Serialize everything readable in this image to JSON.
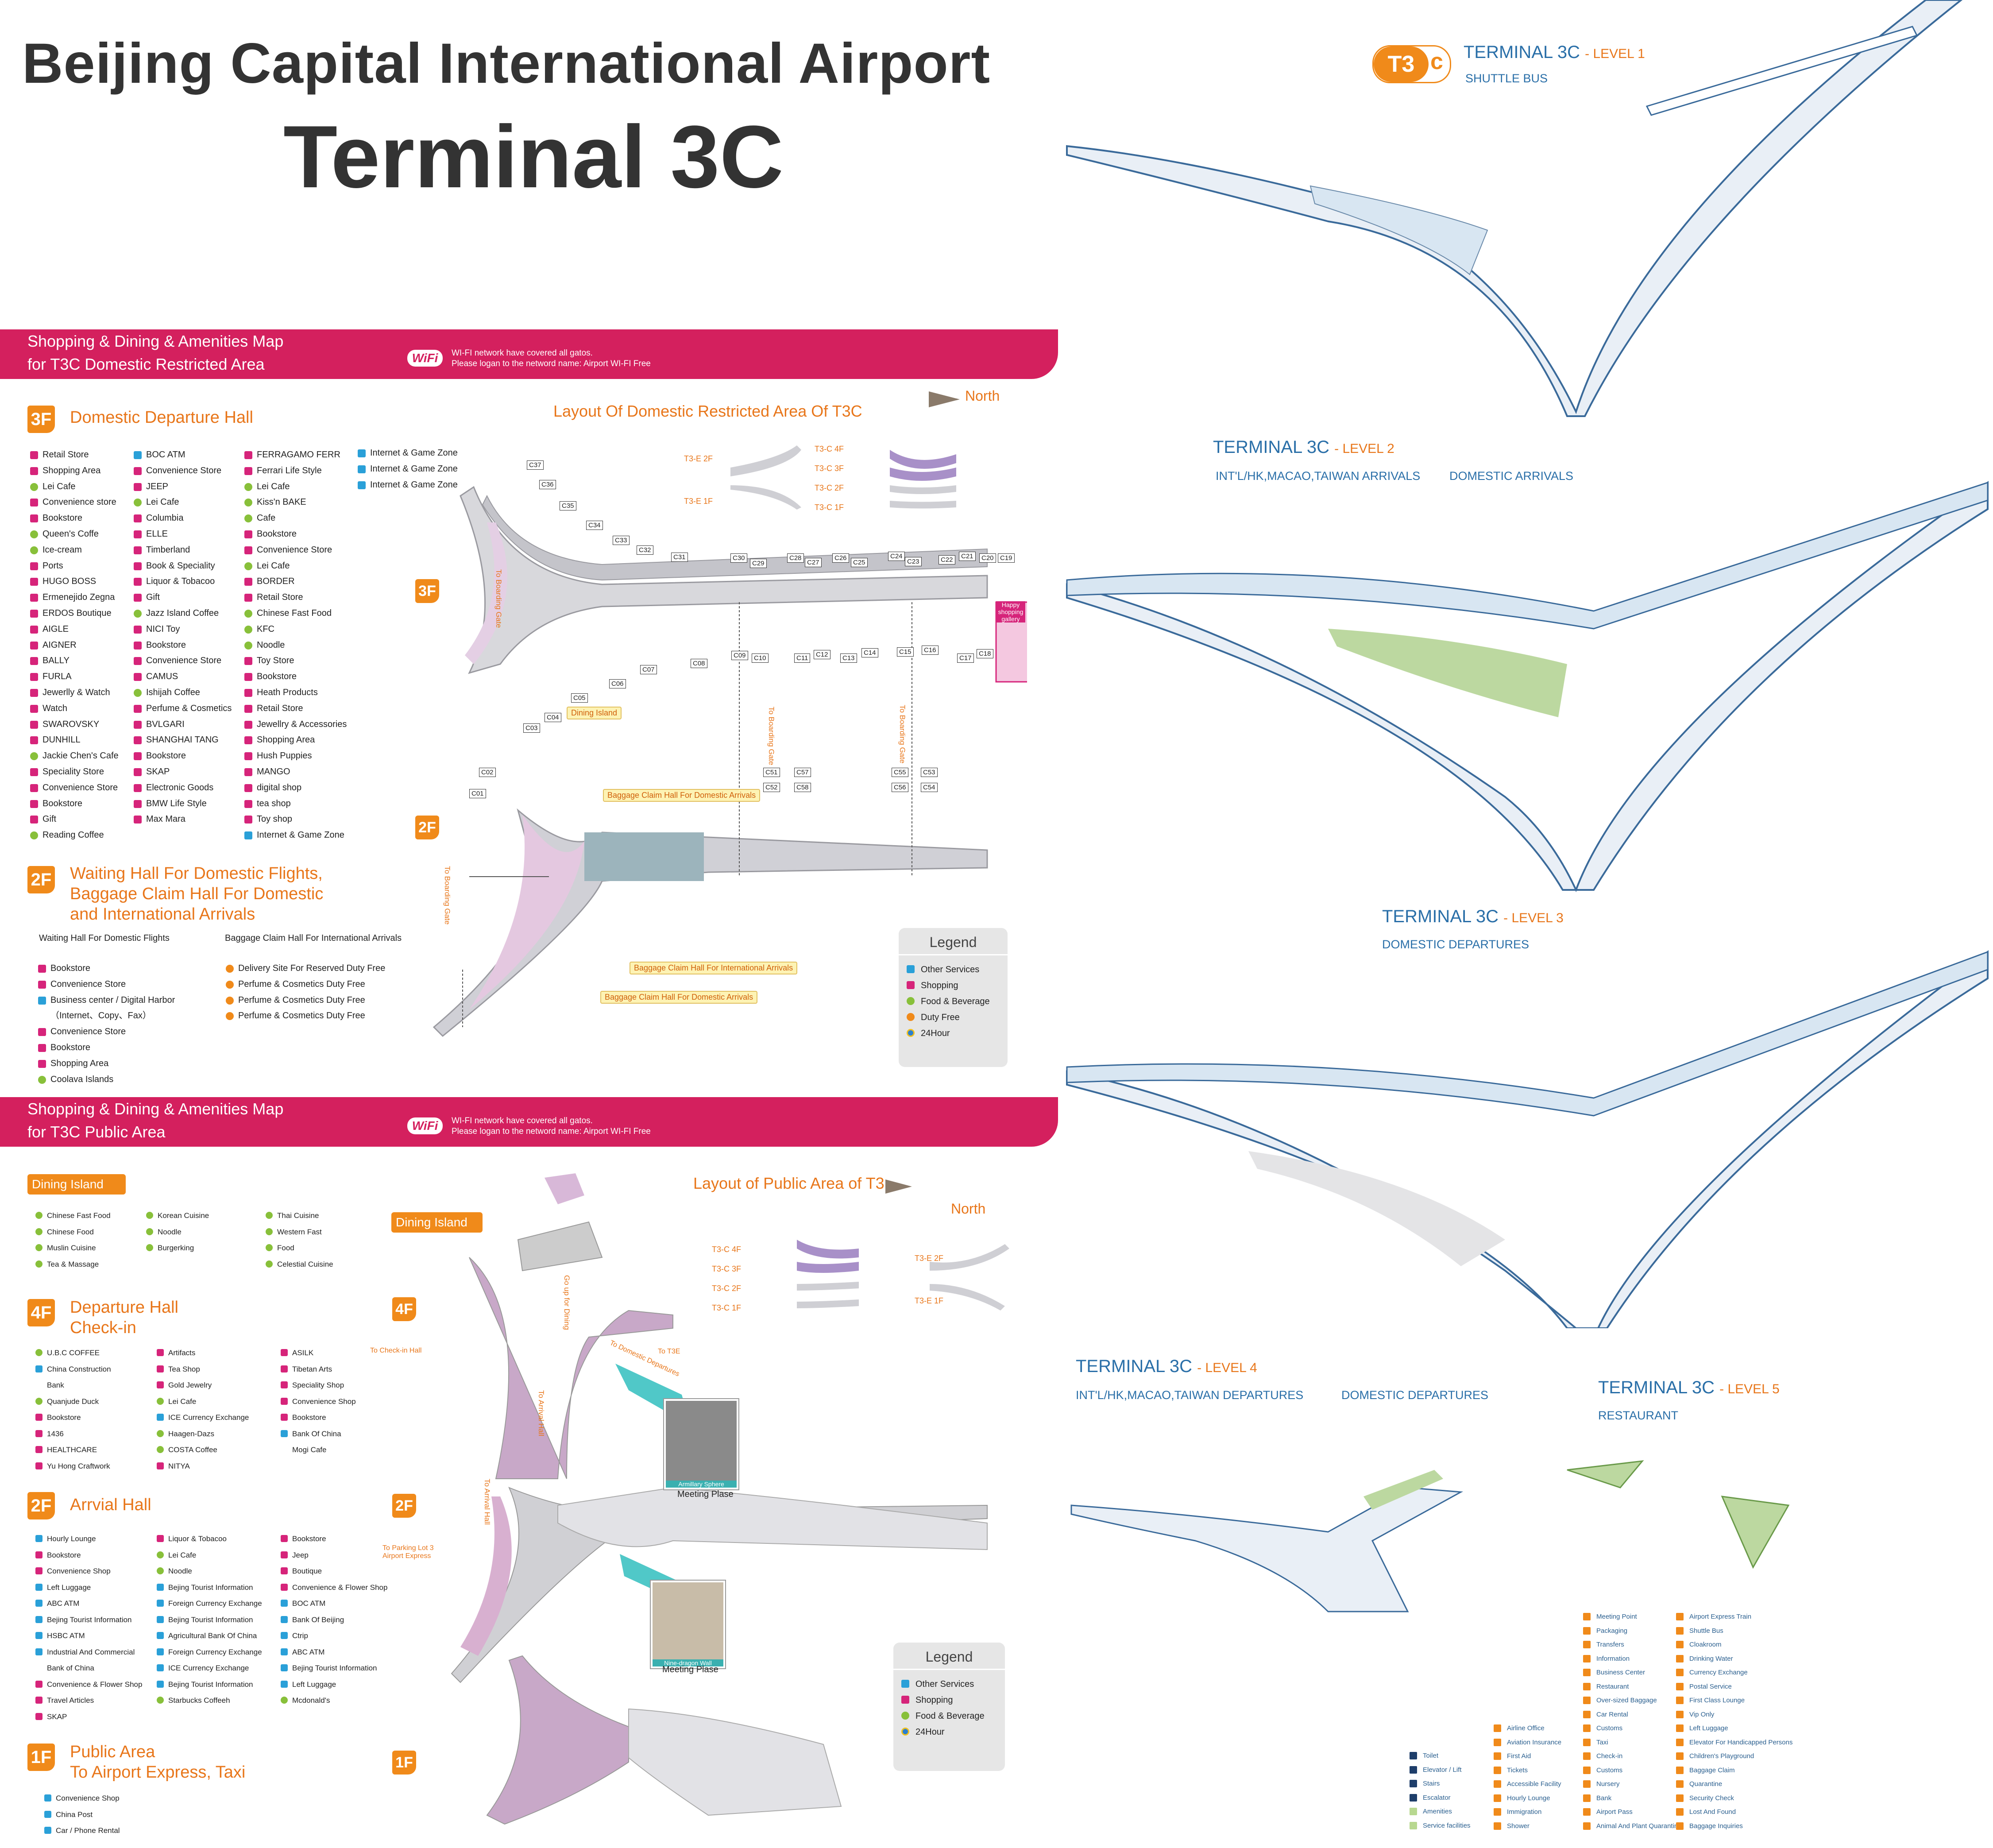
{
  "title": {
    "line1": "Beijing Capital International Airport",
    "line2": "Terminal 3C"
  },
  "restricted": {
    "banner_line1": "Shopping & Dining & Amenities Map",
    "banner_line2": "for T3C Domestic Restricted Area",
    "wifi_badge": "WiFi",
    "wifi_line1": "WI-FI network have covered all gatos.",
    "wifi_line2": "Please logan to the netword name: Airport WI-FI Free",
    "dep_badge": "3F",
    "dep_title": "Domestic Departure Hall",
    "layout_title": "Layout Of Domestic Restricted Area Of T3C",
    "north": "North",
    "col1": [
      "Retail Store",
      "Shopping Area",
      "Lei Cafe",
      "Convenience store",
      "Bookstore",
      "Queen's Coffe",
      "Ice-cream",
      "Ports",
      "HUGO BOSS",
      "Ermenejido Zegna",
      "ERDOS Boutique",
      "AIGLE",
      "AIGNER",
      "BALLY",
      "FURLA",
      "Jewerlly & Watch",
      "Watch",
      "SWAROVSKY",
      "DUNHILL",
      "Jackie Chen's Cafe",
      "Speciality Store",
      "Convenience Store",
      "Bookstore",
      "Gift",
      "Reading Coffee"
    ],
    "col1_icons": [
      "shop",
      "shop",
      "food",
      "shop",
      "shop",
      "food",
      "food",
      "shop",
      "shop",
      "shop",
      "shop",
      "shop",
      "shop",
      "shop",
      "shop",
      "shop",
      "shop",
      "shop",
      "shop",
      "food",
      "shop",
      "shop",
      "shop",
      "shop",
      "food"
    ],
    "col2": [
      "BOC ATM",
      "Convenience Store",
      "JEEP",
      "Lei Cafe",
      "Columbia",
      "ELLE",
      "Timberland",
      "Book & Speciality",
      "Liquor & Tobacoo",
      "Gift",
      "Jazz Island Coffee",
      "NICI Toy",
      "Bookstore",
      "Convenience Store",
      "CAMUS",
      "Ishijah Coffee",
      "Perfume & Cosmetics",
      "BVLGARI",
      "SHANGHAI TANG",
      "Bookstore",
      "SKAP",
      "Electronic Goods",
      "BMW Life Style",
      "Max Mara"
    ],
    "col2_icons": [
      "svc",
      "shop",
      "shop",
      "food",
      "shop",
      "shop",
      "shop",
      "shop",
      "shop",
      "shop",
      "food",
      "shop",
      "shop",
      "shop",
      "shop",
      "food",
      "shop",
      "shop",
      "shop",
      "shop",
      "shop",
      "shop",
      "shop",
      "shop"
    ],
    "col3": [
      "FERRAGAMO FERR",
      "Ferrari Life Style",
      "Lei Cafe",
      "Kiss'n BAKE",
      "Cafe",
      "Bookstore",
      "Convenience Store",
      "Lei Cafe",
      "BORDER",
      "Retail Store",
      "Chinese Fast Food",
      "KFC",
      "Noodle",
      "Toy Store",
      "Bookstore",
      "Heath Products",
      "Retail Store",
      "Jewellry & Accessories",
      "Shopping Area",
      "Hush Puppies",
      "MANGO",
      "digital shop",
      "tea shop",
      "Toy shop",
      "Internet & Game Zone"
    ],
    "col3_icons": [
      "shop",
      "shop",
      "food",
      "food",
      "food",
      "shop",
      "shop",
      "food",
      "shop",
      "shop",
      "food",
      "food",
      "food",
      "shop",
      "shop",
      "shop",
      "shop",
      "shop",
      "shop",
      "shop",
      "shop",
      "shop",
      "shop",
      "shop",
      "svc"
    ],
    "col4": [
      "Internet & Game Zone",
      "Internet & Game Zone",
      "Internet & Game Zone"
    ],
    "wait_badge": "2F",
    "wait_title_1": "Waiting Hall For Domestic Flights,",
    "wait_title_2": "Baggage Claim Hall For Domestic",
    "wait_title_3": "and International Arrivals",
    "wait_sub1": "Waiting Hall For Domestic Flights",
    "wait_sub2": "Baggage Claim Hall For International Arrivals",
    "wait_list1": [
      "Bookstore",
      "Convenience Store",
      "Business center / Digital Harbor",
      "（Internet、Copy、Fax）",
      "Convenience Store",
      "Bookstore",
      "Shopping Area",
      "Coolava Islands"
    ],
    "wait_list1_icons": [
      "shop",
      "shop",
      "svc",
      "",
      "shop",
      "shop",
      "shop",
      "food"
    ],
    "wait_list2": [
      "Delivery Site For Reserved Duty Free",
      "Perfume & Cosmetics Duty Free",
      "Perfume & Cosmetics Duty Free",
      "Perfume & Cosmetics Duty Free"
    ],
    "map_floor_3f": "3F",
    "map_floor_2f": "2F",
    "mini_labels": {
      "t3e2f": "T3-E 2F",
      "t3e1f": "T3-E 1F",
      "t3c4f": "T3-C 4F",
      "t3c3f": "T3-C 3F",
      "t3c2f": "T3-C 2F",
      "t3c1f": "T3-C 1F"
    },
    "gates": [
      "C37",
      "C36",
      "C35",
      "C34",
      "C33",
      "C32",
      "C31",
      "C30",
      "C29",
      "C28",
      "C27",
      "C26",
      "C25",
      "C24",
      "C23",
      "C22",
      "C21",
      "C20",
      "C19",
      "C18",
      "C17",
      "C16",
      "C15",
      "C14",
      "C13",
      "C12",
      "C11",
      "C10",
      "C09",
      "C08",
      "C07",
      "C06",
      "C05",
      "C04",
      "C03",
      "C02",
      "C01",
      "C51",
      "C52",
      "C57",
      "C58",
      "C55",
      "C56",
      "C53",
      "C54"
    ],
    "dining_island": "Dining Island",
    "happy_gallery": "Happy shopping gallery",
    "to_boarding_gate": "To Boarding Gate",
    "callout_bag_dom1": "Baggage Claim Hall For Domestic Arrivals",
    "callout_bag_int": "Baggage Claim Hall For International Arrivals",
    "callout_bag_dom2": "Baggage Claim Hall For Domestic Arrivals",
    "legend_title": "Legend",
    "legend_items": [
      "Other Services",
      "Shopping",
      "Food & Beverage",
      "Duty Free",
      "24Hour"
    ]
  },
  "public": {
    "banner_line1": "Shopping & Dining & Amenities Map",
    "banner_line2": "for T3C Public Area",
    "wifi_badge": "WiFi",
    "wifi_line1": "WI-FI network have covered all gatos.",
    "wifi_line2": "Please logan to the netword name: Airport WI-FI Free",
    "dining_title": "Dining Island",
    "dining_col1": [
      "Chinese Fast Food",
      "Chinese Food",
      "Muslin Cuisine",
      "Tea & Massage"
    ],
    "dining_col2": [
      "Korean Cuisine",
      "Noodle",
      "Burgerking"
    ],
    "dining_col3": [
      "Thai Cuisine",
      "Western Fast",
      "Food",
      "Celestial Cuisine"
    ],
    "layout_title": "Layout of Public Area of T3",
    "north": "North",
    "dep_badge": "4F",
    "dep_title_1": "Departure Hall",
    "dep_title_2": "Check-in",
    "dep_col1": [
      "U.B.C COFFEE",
      "China Construction",
      "Bank",
      "Quanjude Duck",
      "Bookstore",
      "1436",
      "HEALTHCARE",
      "Yu Hong Craftwork"
    ],
    "dep_col1_icons": [
      "food",
      "svc",
      "",
      "food",
      "shop",
      "shop",
      "shop",
      "shop"
    ],
    "dep_col2": [
      "Artifacts",
      "Tea Shop",
      "Gold Jewelry",
      "Lei Cafe",
      "ICE Currency Exchange",
      "Haagen-Dazs",
      "COSTA Coffee",
      "NITYA"
    ],
    "dep_col2_icons": [
      "shop",
      "shop",
      "shop",
      "food",
      "svc",
      "food",
      "food",
      "shop"
    ],
    "dep_col3": [
      "ASILK",
      "Tibetan Arts",
      "Speciality Shop",
      "Convenience Shop",
      "Bookstore",
      "Bank Of China",
      "Mogi Cafe"
    ],
    "dep_col3_icons": [
      "shop",
      "shop",
      "shop",
      "shop",
      "shop",
      "svc",
      ""
    ],
    "arr_badge": "2F",
    "arr_title": "Arrvial Hall",
    "arr_col1": [
      "Hourly  Lounge",
      "Bookstore",
      "Convenience Shop",
      "Left Luggage",
      "ABC ATM",
      "Bejing Tourist Information",
      "HSBC ATM",
      "Industrial And Commercial",
      "Bank of China",
      "Convenience & Flower Shop",
      "Travel Articles",
      "SKAP"
    ],
    "arr_col1_icons": [
      "svc",
      "shop",
      "shop",
      "svc",
      "svc",
      "svc",
      "svc",
      "svc",
      "",
      "shop",
      "shop",
      "shop"
    ],
    "arr_col2": [
      "Liquor & Tobacoo",
      "Lei Cafe",
      "Noodle",
      "Bejing Tourist Information",
      "Foreign Currency Exchange",
      "Bejing Tourist Information",
      "Agricultural Bank Of  China",
      "Foreign Currency Exchange",
      "ICE Currency Exchange",
      "Bejing Tourist Information",
      "Starbucks Coffeeh"
    ],
    "arr_col2_icons": [
      "shop",
      "food",
      "food",
      "svc",
      "svc",
      "svc",
      "svc",
      "svc",
      "svc",
      "svc",
      "food"
    ],
    "arr_col3": [
      "Bookstore",
      "Jeep",
      "Boutique",
      "Convenience & Flower Shop",
      "BOC ATM",
      "Bank Of  Beijing",
      "Ctrip",
      "ABC ATM",
      "Bejing Tourist Information",
      "Left Luggage",
      "Mcdonald's"
    ],
    "arr_col3_icons": [
      "shop",
      "shop",
      "shop",
      "shop",
      "svc",
      "svc",
      "svc",
      "svc",
      "svc",
      "svc",
      "food"
    ],
    "pub_badge": "1F",
    "pub_title_1": "Public Area",
    "pub_title_2": "To Airport Express, Taxi",
    "pub_list": [
      "Convenience Shop",
      "China Post",
      "Car / Phone Rental"
    ],
    "map_floor_4f": "4F",
    "map_floor_2f": "2F",
    "map_floor_1f": "1F",
    "map_dining_island": "Dining Island",
    "to_checkin": "To Check-in Hall",
    "to_t3e": "To T3E",
    "to_dom_dep": "To Domestic Departures",
    "to_arrival": "To Arrival Hall",
    "to_parking_1": "To Parking Lot 3",
    "to_parking_2": "Airport Express",
    "go_up": "Go up for Dining",
    "photo1_caption": "Armillary Sphere",
    "photo1_label": "Meeting Plase",
    "photo2_caption": "Nine-dragon Wall",
    "photo2_label": "Meeting Plase",
    "mini_labels": {
      "c4f": "T3-C 4F",
      "c3f": "T3-C 3F",
      "c2f": "T3-C 2F",
      "c1f": "T3-C 1F",
      "e2f": "T3-E 2F",
      "e1f": "T3-E 1F"
    },
    "legend_title": "Legend",
    "legend_items": [
      "Other Services",
      "Shopping",
      "Food & Beverage",
      "24Hour"
    ]
  },
  "levels": {
    "badge_t3": "T3",
    "badge_c": "c",
    "l1_title": "TERMINAL 3C",
    "l1_level": "- LEVEL 1",
    "l1_sub": "SHUTTLE BUS",
    "l2_title": "TERMINAL 3C",
    "l2_level": "- LEVEL 2",
    "l2_sub1": "INT'L/HK,MACAO,TAIWAN ARRIVALS",
    "l2_sub2": "DOMESTIC ARRIVALS",
    "l3_title": "TERMINAL 3C",
    "l3_level": "- LEVEL 3",
    "l3_sub": "DOMESTIC DEPARTURES",
    "l4_title": "TERMINAL 3C",
    "l4_level": "- LEVEL 4",
    "l4_sub1": "INT'L/HK,MACAO,TAIWAN DEPARTURES",
    "l4_sub2": "DOMESTIC DEPARTURES",
    "l5_title": "TERMINAL 3C",
    "l5_level": "- LEVEL 5",
    "l5_sub": "RESTAURANT"
  },
  "symbol_legend": {
    "col1": [
      "Toilet",
      "Elevator / Lift",
      "Stairs",
      "Escalator",
      "Amenities",
      "Service facilities"
    ],
    "col1_icons": [
      "b",
      "b",
      "b",
      "b",
      "g",
      "g"
    ],
    "col2": [
      "Airline Office",
      "Aviation Insurance",
      "First Aid",
      "Tickets",
      "Accessible Facility",
      "Hourly Lounge",
      "Immigration",
      "Shower"
    ],
    "col3": [
      "Meeting Point",
      "Packaging",
      "Transfers",
      "Information",
      "Business Center",
      "Restaurant",
      "Over-sized Baggage",
      "Car Rental",
      "Customs",
      "Taxi",
      "Check-in",
      "Customs",
      "Nursery",
      "Bank",
      "Airport Pass",
      "Animal And Plant Quarantine"
    ],
    "col4": [
      "Airport Express Train",
      "Shuttle Bus",
      "Cloakroom",
      "Drinking Water",
      "Currency Exchange",
      "Postal Service",
      "First Class Lounge",
      "Vip Only",
      "Left Luggage",
      "Elevator For Handicapped Persons",
      "Children's Playground",
      "Baggage Claim",
      "Quarantine",
      "Security Check",
      "Lost And Found",
      "Baggage Inquiries"
    ]
  }
}
